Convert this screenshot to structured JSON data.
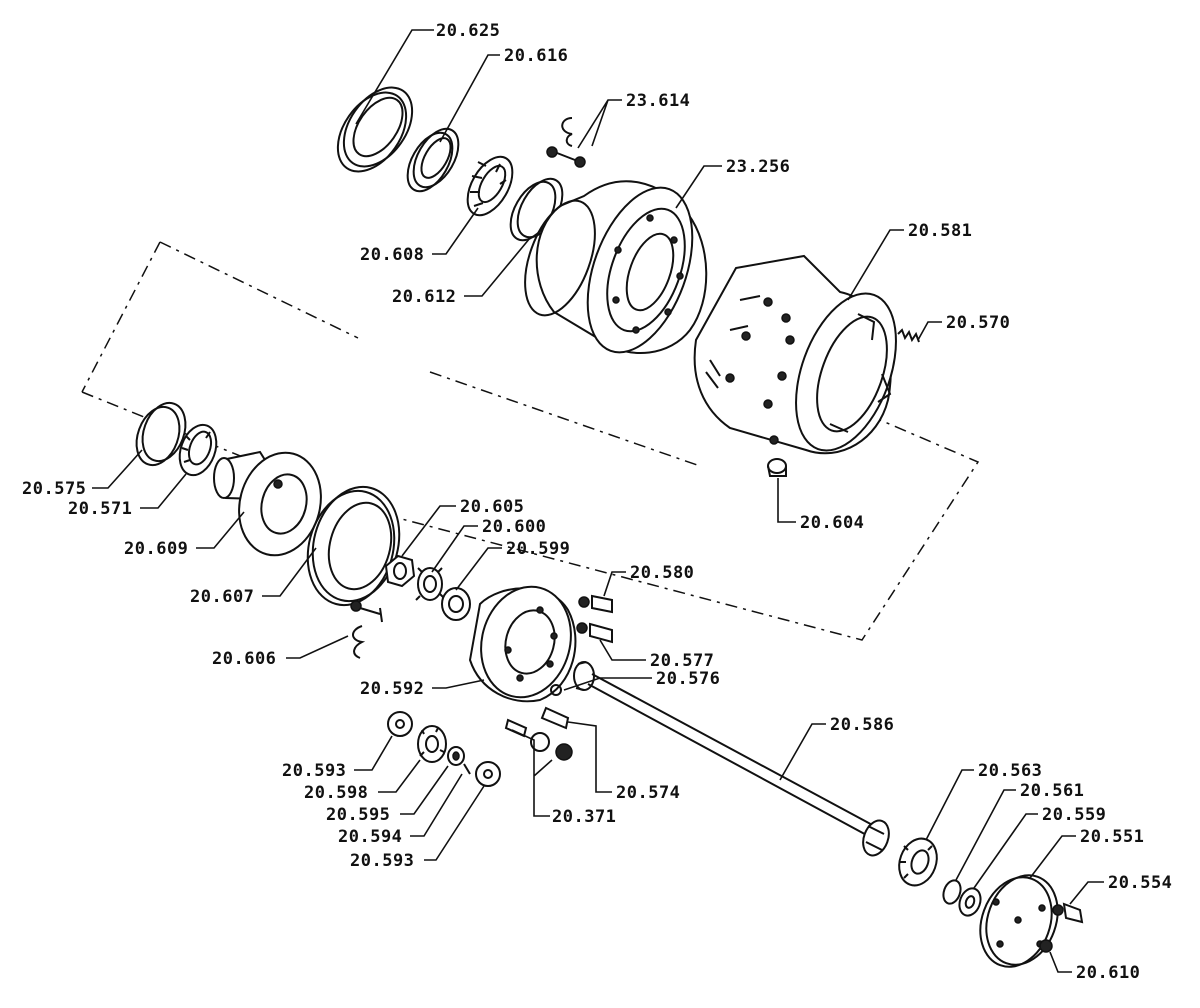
{
  "callouts": [
    {
      "id": "p20625",
      "text": "20.625"
    },
    {
      "id": "p20616",
      "text": "20.616"
    },
    {
      "id": "p23614",
      "text": "23.614"
    },
    {
      "id": "p23256",
      "text": "23.256"
    },
    {
      "id": "p20608",
      "text": "20.608"
    },
    {
      "id": "p20612",
      "text": "20.612"
    },
    {
      "id": "p20581",
      "text": "20.581"
    },
    {
      "id": "p20570",
      "text": "20.570"
    },
    {
      "id": "p20575",
      "text": "20.575"
    },
    {
      "id": "p20571",
      "text": "20.571"
    },
    {
      "id": "p20609",
      "text": "20.609"
    },
    {
      "id": "p20604",
      "text": "20.604"
    },
    {
      "id": "p20605",
      "text": "20.605"
    },
    {
      "id": "p20600",
      "text": "20.600"
    },
    {
      "id": "p20599",
      "text": "20.599"
    },
    {
      "id": "p20607",
      "text": "20.607"
    },
    {
      "id": "p20580",
      "text": "20.580"
    },
    {
      "id": "p20606",
      "text": "20.606"
    },
    {
      "id": "p20577",
      "text": "20.577"
    },
    {
      "id": "p20592",
      "text": "20.592"
    },
    {
      "id": "p20576",
      "text": "20.576"
    },
    {
      "id": "p20586",
      "text": "20.586"
    },
    {
      "id": "p20593a",
      "text": "20.593"
    },
    {
      "id": "p20598",
      "text": "20.598"
    },
    {
      "id": "p20574",
      "text": "20.574"
    },
    {
      "id": "p20595",
      "text": "20.595"
    },
    {
      "id": "p20371",
      "text": "20.371"
    },
    {
      "id": "p20594",
      "text": "20.594"
    },
    {
      "id": "p20593b",
      "text": "20.593"
    },
    {
      "id": "p20563",
      "text": "20.563"
    },
    {
      "id": "p20561",
      "text": "20.561"
    },
    {
      "id": "p20559",
      "text": "20.559"
    },
    {
      "id": "p20551",
      "text": "20.551"
    },
    {
      "id": "p20554",
      "text": "20.554"
    },
    {
      "id": "p20610",
      "text": "20.610"
    }
  ]
}
